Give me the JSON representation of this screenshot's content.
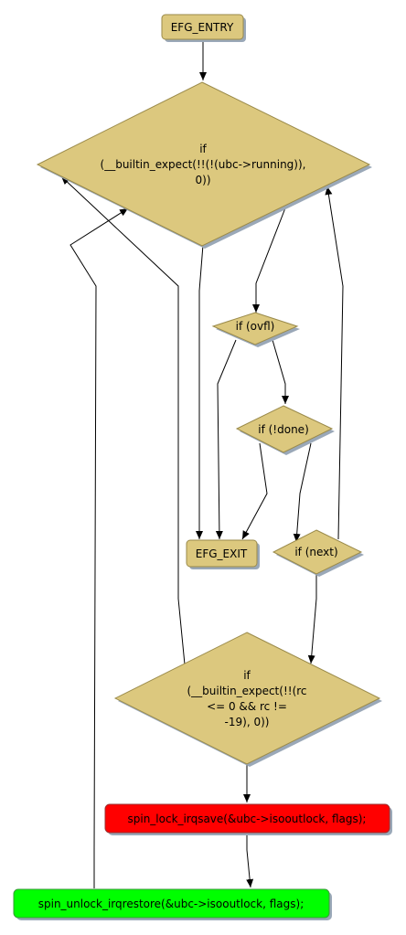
{
  "colors": {
    "node_fill": "#dcc87e",
    "node_stroke": "#9a8a4a",
    "shadow": "#9aa8b8",
    "red_fill": "#ff0000",
    "green_fill": "#00ff00",
    "edge": "#000000"
  },
  "nodes": {
    "entry": "EFG_ENTRY",
    "cond_running": [
      "if",
      "(__builtin_expect(!!(!(ubc->running)),",
      "0))"
    ],
    "cond_ovfl": "if (ovfl)",
    "cond_done": "if (!done)",
    "exit": "EFG_EXIT",
    "cond_next": "if (next)",
    "cond_rc": [
      "if",
      "(__builtin_expect(!!(rc",
      "<= 0 && rc !=",
      "-19), 0))"
    ],
    "lock": "spin_lock_irqsave(&ubc->isooutlock, flags);",
    "unlock": "spin_unlock_irqrestore(&ubc->isooutlock, flags);"
  }
}
